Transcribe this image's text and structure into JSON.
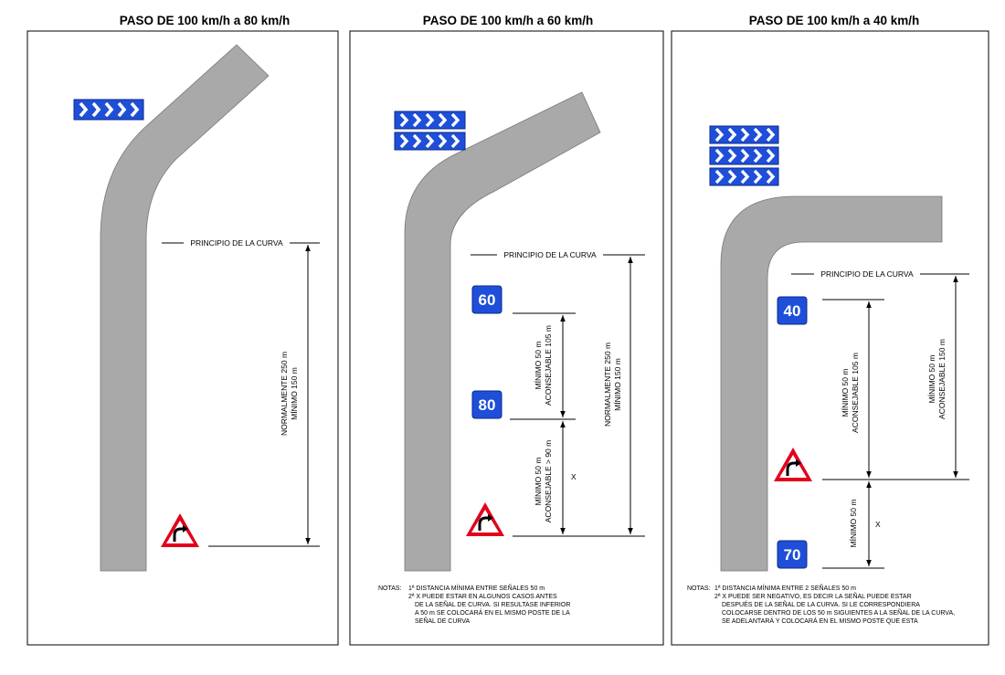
{
  "panels": [
    {
      "title": "PASO DE 100 km/h a 80 km/h",
      "curve_start_label": "PRINCIPIO DE LA CURVA",
      "main_dimension_lines": [
        "NORMALMENTE 250 m",
        "MÍNIMO 150 m"
      ]
    },
    {
      "title": "PASO DE 100 km/h a 60 km/h",
      "curve_start_label": "PRINCIPIO DE LA CURVA",
      "speed_signs": [
        "60",
        "80"
      ],
      "dimension_a_lines": [
        "MÍNIMO 50 m",
        "ACONSEJABLE 105 m"
      ],
      "dimension_b_lines": [
        "MÍNIMO 50 m",
        "ACONSEJABLE > 90 m"
      ],
      "dimension_b_variable": "X",
      "main_dimension_lines": [
        "NORMALMENTE 250 m",
        "MÍNIMO 150 m"
      ],
      "notes_label": "NOTAS:",
      "notes": [
        "1ª DISTANCIA MÍNIMA ENTRE SEÑALES 50 m",
        "2ª X PUEDE ESTAR EN ALGUNOS CASOS ANTES",
        "DE LA SEÑAL DE CURVA. SI RESULTASE INFERIOR",
        "A 50 m SE COLOCARÁ EN EL MISMO POSTE DE LA",
        "SEÑAL DE CURVA"
      ]
    },
    {
      "title": "PASO DE 100 km/h a 40 km/h",
      "curve_start_label": "PRINCIPIO DE LA CURVA",
      "speed_signs": [
        "40",
        "70"
      ],
      "dimension_a_lines": [
        "MÍNIMO 50 m",
        "ACONSEJABLE 105 m"
      ],
      "dimension_main_lines": [
        "MÍNIMO 50 m",
        "ACONSEJABLE 150 m"
      ],
      "dimension_b_lines": [
        "MÍNIMO 50 m"
      ],
      "dimension_b_variable": "X",
      "notes_label": "NOTAS:",
      "notes": [
        "1ª DISTANCIA MÍNIMA ENTRE 2 SEÑALES 50 m",
        "2ª X PUEDE SER NEGATIVO, ES DECIR LA SEÑAL PUEDE ESTAR",
        "DESPUÉS DE LA SEÑAL DE LA CURVA. SI LE CORRESPONDIERA",
        "COLOCARSE DENTRO DE LOS 50 m SIGUIENTES A LA SEÑAL DE LA CURVA,",
        "SE ADELANTARÁ Y COLOCARÁ EN EL MISMO POSTE QUE ESTA"
      ]
    }
  ],
  "colors": {
    "road": "#a9a9a9",
    "sign_blue": "#1f4fd8",
    "warning_red": "#e3001b",
    "border": "#000000"
  },
  "icons": [
    "chevron-sign-icon",
    "curve-warning-icon",
    "speed-limit-sign-icon"
  ]
}
